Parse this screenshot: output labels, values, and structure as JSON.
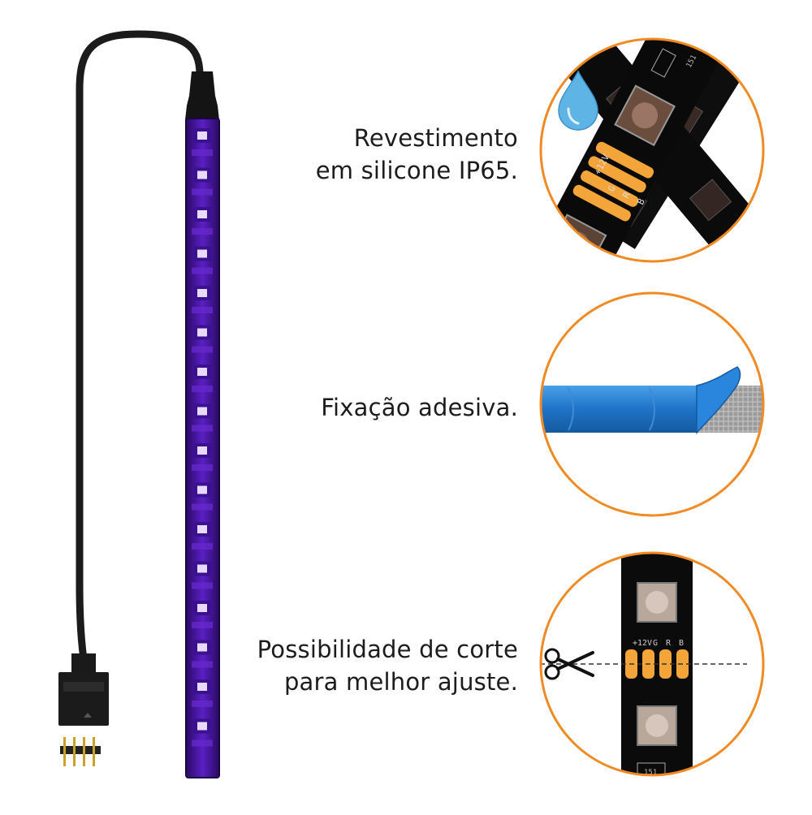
{
  "colors": {
    "accent_ring": "#f08a24",
    "led_strip_glow": "#5a1fc4",
    "led_pad": "#e9d8ff",
    "pcb": "#0d0d0d",
    "copper": "#f3a53a",
    "adhesive_tape": "#1f73c8",
    "water_drop": "#5fb4e6"
  },
  "icons": [
    "water-drop-icon",
    "scissors-icon"
  ],
  "features": [
    {
      "lines": [
        "Revestimento",
        "em silicone IP65."
      ],
      "pcb_labels": [
        "+12V",
        "G",
        "R",
        "B",
        "151"
      ]
    },
    {
      "lines": [
        "Fixação adesiva."
      ]
    },
    {
      "lines": [
        "Possibilidade de corte",
        "para melhor ajuste."
      ],
      "pcb_labels": [
        "+12V",
        "G",
        "R",
        "B",
        "151"
      ]
    }
  ]
}
